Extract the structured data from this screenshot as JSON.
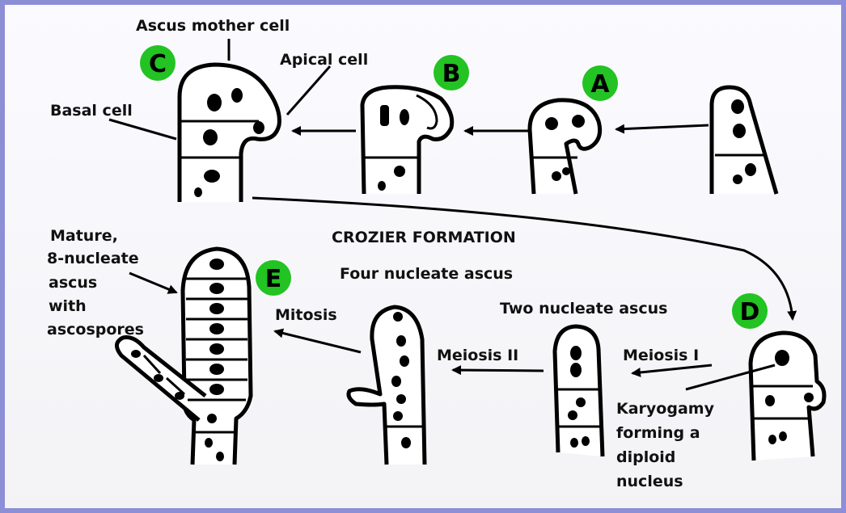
{
  "title": "CROZIER FORMATION",
  "stages": {
    "A": "A",
    "B": "B",
    "C": "C",
    "D": "D",
    "E": "E"
  },
  "labels": {
    "ascus_mother_cell": "Ascus mother cell",
    "apical_cell": "Apical cell",
    "basal_cell": "Basal cell",
    "mature_line1": "Mature,",
    "mature_line2": "8-nucleate",
    "mature_line3": "ascus",
    "mature_line4": "with",
    "mature_line5": "ascospores",
    "four_nucleate": "Four nucleate ascus",
    "two_nucleate": "Two nucleate ascus",
    "mitosis": "Mitosis",
    "meiosis_ii": "Meiosis II",
    "meiosis_i": "Meiosis I",
    "karyogamy_line1": "Karyogamy",
    "karyogamy_line2": "forming a",
    "karyogamy_line3": "diploid",
    "karyogamy_line4": "nucleus"
  },
  "colors": {
    "badge": "#22c322",
    "frame": "#8c8fd6",
    "ink": "#000000"
  }
}
